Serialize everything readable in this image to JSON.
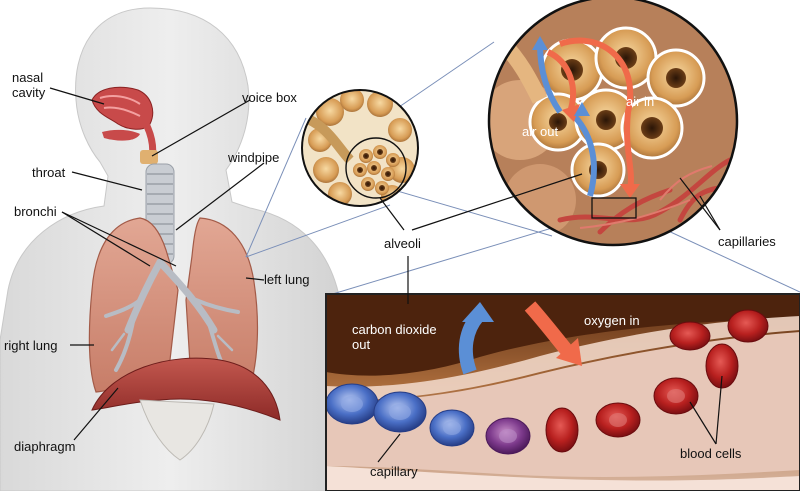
{
  "labels": {
    "nasal_cavity": "nasal\ncavity",
    "voice_box": "voice box",
    "throat": "throat",
    "windpipe": "windpipe",
    "bronchi": "bronchi",
    "left_lung": "left lung",
    "right_lung": "right lung",
    "diaphragm": "diaphragm",
    "alveoli": "alveoli",
    "air_out": "air out",
    "air_in": "air in",
    "capillaries": "capillaries",
    "carbon_dioxide_out": "carbon dioxide\nout",
    "oxygen_in": "oxygen in",
    "capillary": "capillary",
    "blood_cells": "blood cells"
  },
  "colors": {
    "oxygen_arrow": "#f06a4a",
    "carbon_dioxide_arrow": "#5b8fd6",
    "oxygenated_cell": "#c0262b",
    "deoxygenated_cell": "#4a6fc6",
    "lung_tissue": "#d89a86",
    "alveoli_tissue": "#e2b070"
  },
  "icons": {
    "zoom_circle_small": "alveoli-cluster-icon",
    "zoom_circle_large": "alveoli-detail-icon",
    "capillary_panel": "capillary-cross-section-icon"
  }
}
